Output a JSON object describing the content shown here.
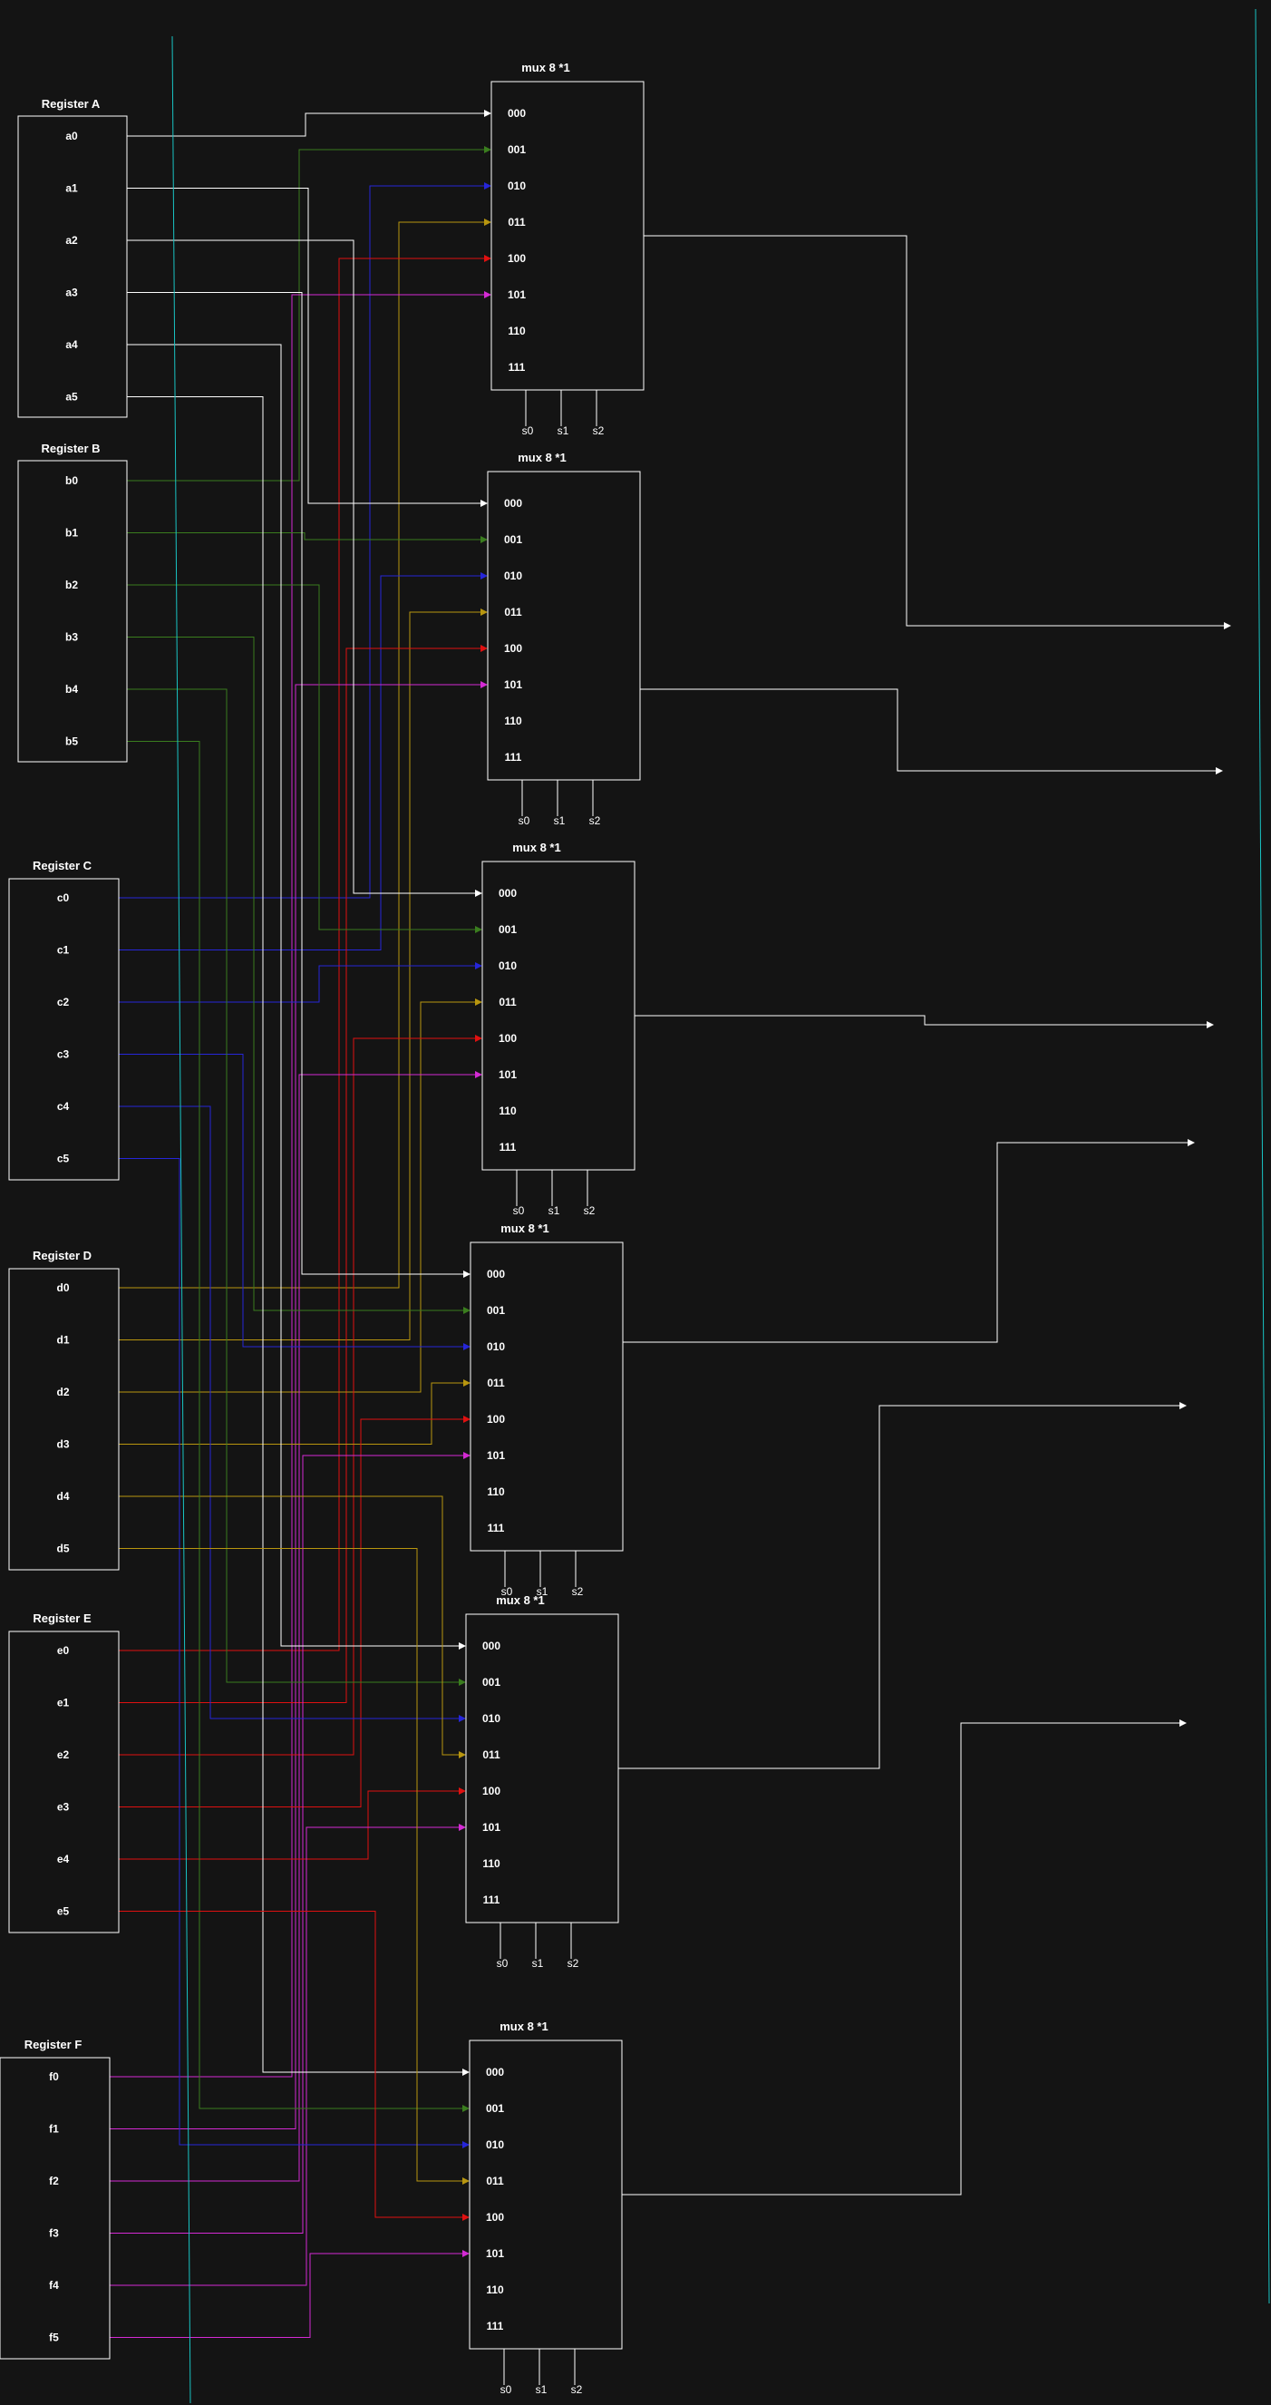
{
  "registers": [
    {
      "title": "Register A",
      "cells": [
        "a0",
        "a1",
        "a2",
        "a3",
        "a4",
        "a5"
      ]
    },
    {
      "title": "Register B",
      "cells": [
        "b0",
        "b1",
        "b2",
        "b3",
        "b4",
        "b5"
      ]
    },
    {
      "title": "Register C",
      "cells": [
        "c0",
        "c1",
        "c2",
        "c3",
        "c4",
        "c5"
      ]
    },
    {
      "title": "Register D",
      "cells": [
        "d0",
        "d1",
        "d2",
        "d3",
        "d4",
        "d5"
      ]
    },
    {
      "title": "Register E",
      "cells": [
        "e0",
        "e1",
        "e2",
        "e3",
        "e4",
        "e5"
      ]
    },
    {
      "title": "Register F",
      "cells": [
        "f0",
        "f1",
        "f2",
        "f3",
        "f4",
        "f5"
      ]
    }
  ],
  "muxes": [
    {
      "title": "mux 8 *1",
      "inputs": [
        "000",
        "001",
        "010",
        "011",
        "100",
        "101",
        "110",
        "111"
      ],
      "selects": [
        "s0",
        "s1",
        "s2"
      ]
    },
    {
      "title": "mux 8 *1",
      "inputs": [
        "000",
        "001",
        "010",
        "011",
        "100",
        "101",
        "110",
        "111"
      ],
      "selects": [
        "s0",
        "s1",
        "s2"
      ]
    },
    {
      "title": "mux 8 *1",
      "inputs": [
        "000",
        "001",
        "010",
        "011",
        "100",
        "101",
        "110",
        "111"
      ],
      "selects": [
        "s0",
        "s1",
        "s2"
      ]
    },
    {
      "title": "mux 8 *1",
      "inputs": [
        "000",
        "001",
        "010",
        "011",
        "100",
        "101",
        "110",
        "111"
      ],
      "selects": [
        "s0",
        "s1",
        "s2"
      ]
    },
    {
      "title": "mux 8 *1",
      "inputs": [
        "000",
        "001",
        "010",
        "011",
        "100",
        "101",
        "110",
        "111"
      ],
      "selects": [
        "s0",
        "s1",
        "s2"
      ]
    },
    {
      "title": "mux 8 *1",
      "inputs": [
        "000",
        "001",
        "010",
        "011",
        "100",
        "101",
        "110",
        "111"
      ],
      "selects": [
        "s0",
        "s1",
        "s2"
      ]
    }
  ],
  "colors": {
    "background": "#141414",
    "box_stroke": "#ffffff",
    "input_000": "#ffffff",
    "input_001": "#3a7d1e",
    "input_010": "#2626d9",
    "input_011": "#b8960f",
    "input_100": "#e01010",
    "input_101": "#d42ad4",
    "guide_line": "#19c4c4"
  }
}
